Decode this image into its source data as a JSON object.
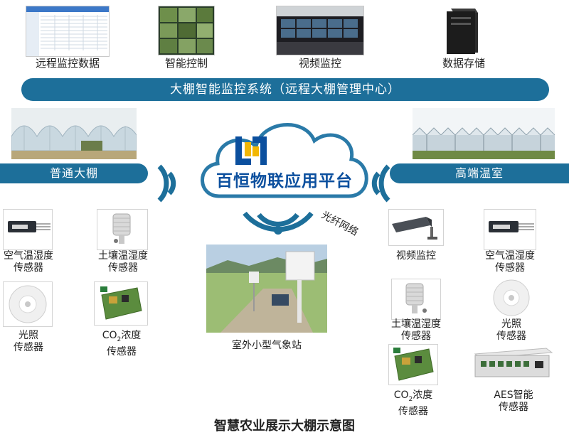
{
  "top": {
    "items": [
      {
        "label": "远程监控数据",
        "icon": "data-table-icon"
      },
      {
        "label": "智能控制",
        "icon": "control-screen-icon"
      },
      {
        "label": "视频监控",
        "icon": "video-wall-icon"
      },
      {
        "label": "数据存储",
        "icon": "server-icon"
      }
    ]
  },
  "system_banner": "大棚智能监控系统（远程大棚管理中心）",
  "platform": {
    "name": "百恒物联应用平台"
  },
  "left": {
    "title": "普通大棚",
    "sensors": [
      {
        "line1": "空气温湿度",
        "line2": "传感器"
      },
      {
        "line1": "土壤温湿度",
        "line2": "传感器"
      },
      {
        "line1": "光照",
        "line2": "传感器"
      },
      {
        "line1": "CO",
        "sub": "2",
        "line1b": "浓度",
        "line2": "传感器"
      }
    ]
  },
  "right": {
    "title": "高端温室",
    "fiber_label": "光纤网络",
    "sensors": [
      {
        "line1": "视频监控",
        "line2": ""
      },
      {
        "line1": "空气温湿度",
        "line2": "传感器"
      },
      {
        "line1": "土壤温湿度",
        "line2": "传感器"
      },
      {
        "line1": "光照",
        "line2": "传感器"
      },
      {
        "line1": "CO",
        "sub": "2",
        "line1b": "浓度",
        "line2": "传感器"
      },
      {
        "line1": "AES智能",
        "line2": "传感器"
      }
    ]
  },
  "weather_station": {
    "label": "室外小型气象站"
  },
  "footer_title": "智慧农业展示大棚示意图",
  "colors": {
    "banner": "#1d6f9a",
    "cloud_border": "#2a7aa8",
    "logo_blue": "#0b4f9e",
    "logo_yellow": "#f2b705"
  }
}
